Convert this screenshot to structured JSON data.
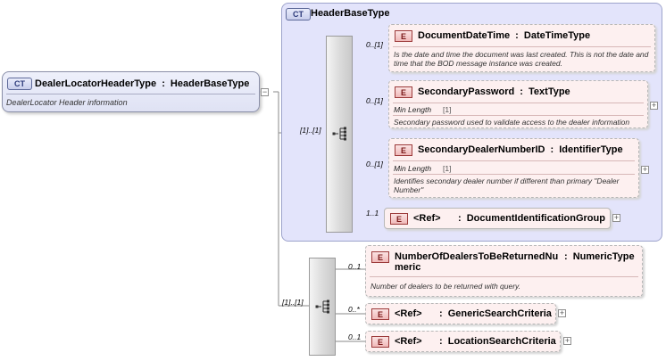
{
  "root": {
    "badge": "CT",
    "name": "DealerLocatorHeaderType",
    "separator": ":",
    "base_type": "HeaderBaseType",
    "documentation": "DealerLocator Header information"
  },
  "extension": {
    "badge": "CT",
    "title": "HeaderBaseType",
    "sequence_cardinality": "[1]..[1]",
    "elements": [
      {
        "cardinality": "0..[1]",
        "badge": "E",
        "name": "DocumentDateTime",
        "separator": ":",
        "type": "DateTimeType",
        "documentation": "Is the date and time the document was last created. This is not the date and time that the BOD message instance was created."
      },
      {
        "cardinality": "0..[1]",
        "badge": "E",
        "name": "SecondaryPassword",
        "separator": ":",
        "type": "TextType",
        "facet_label": "Min Length",
        "facet_value": "[1]",
        "documentation": "Secondary password used to validate access to the dealer information"
      },
      {
        "cardinality": "0..[1]",
        "badge": "E",
        "name": "SecondaryDealerNumberID",
        "separator": ":",
        "type": "IdentifierType",
        "facet_label": "Min Length",
        "facet_value": "[1]",
        "documentation": "Identifies secondary dealer number if different than primary \"Dealer Number\""
      },
      {
        "cardinality": "1..1",
        "badge": "E",
        "name": "<Ref>",
        "separator": ":",
        "type": "DocumentIdentificationGroup"
      }
    ]
  },
  "sequence2": {
    "cardinality": "[1]..[1]",
    "elements": [
      {
        "cardinality": "0..1",
        "badge": "E",
        "name_line1": "NumberOfDealersToBeReturnedNu",
        "name_line2": "meric",
        "separator": ":",
        "type": "NumericType",
        "documentation": "Number of dealers to be returned with query."
      },
      {
        "cardinality": "0..*",
        "badge": "E",
        "name": "<Ref>",
        "separator": ":",
        "type": "GenericSearchCriteria"
      },
      {
        "cardinality": "0..1",
        "badge": "E",
        "name": "<Ref>",
        "separator": ":",
        "type": "LocationSearchCriteria"
      }
    ]
  }
}
